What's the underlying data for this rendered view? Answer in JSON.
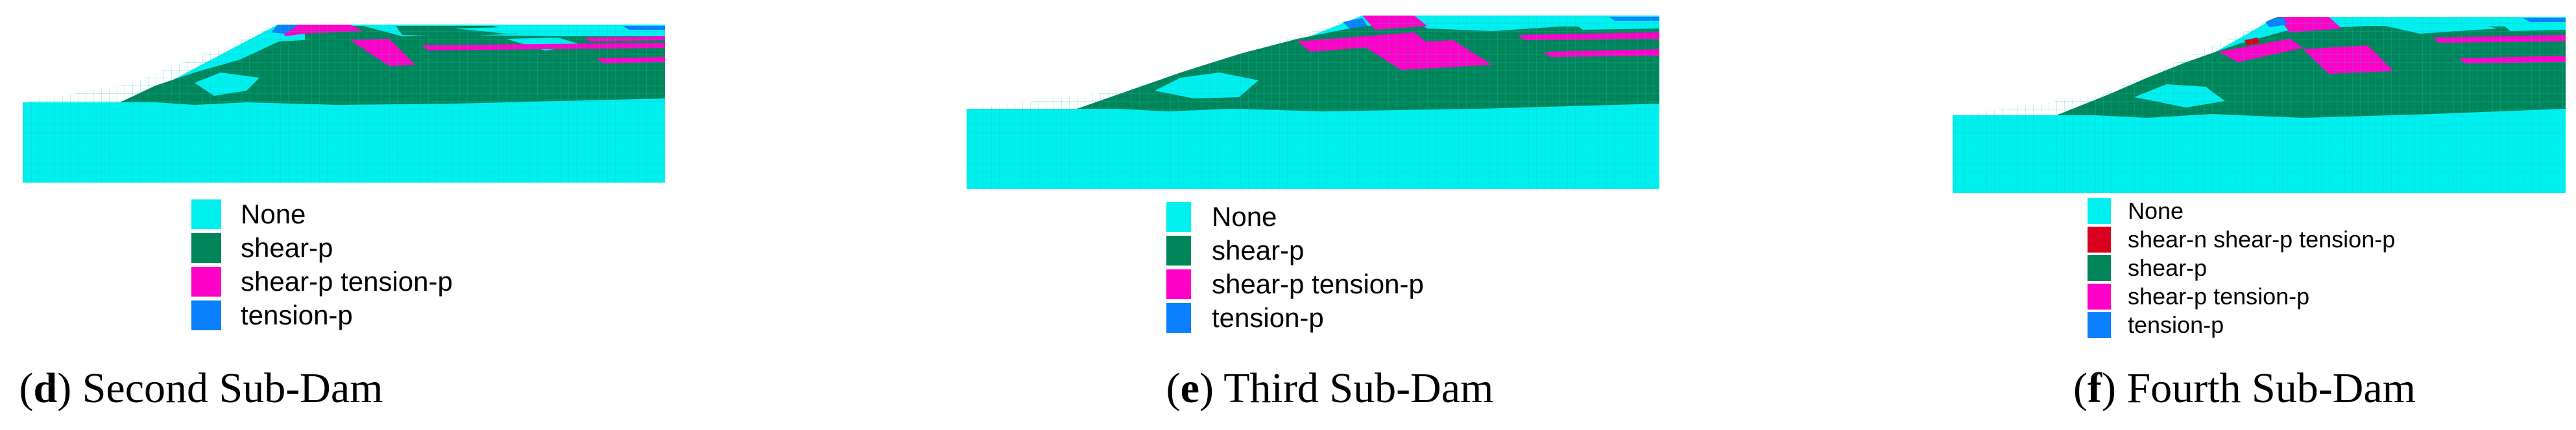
{
  "colors": {
    "none": "#00f0f0",
    "shear_n_shear_p_tension_p": "#d8001c",
    "shear_p": "#00855a",
    "shear_p_tension_p": "#ff00c8",
    "tension_p": "#0a80ff",
    "grid": "#10c0c0"
  },
  "panels": [
    {
      "id": "d",
      "caption": {
        "open": "(",
        "letter": "d",
        "close": ")",
        "title": "Second Sub-Dam"
      },
      "legend": [
        {
          "label": "None",
          "color_key": "none"
        },
        {
          "label": "shear-p",
          "color_key": "shear_p"
        },
        {
          "label": "shear-p tension-p",
          "color_key": "shear_p_tension_p"
        },
        {
          "label": "tension-p",
          "color_key": "tension_p"
        }
      ]
    },
    {
      "id": "e",
      "caption": {
        "open": "(",
        "letter": "e",
        "close": ")",
        "title": "Third Sub-Dam"
      },
      "legend": [
        {
          "label": "None",
          "color_key": "none"
        },
        {
          "label": "shear-p",
          "color_key": "shear_p"
        },
        {
          "label": "shear-p tension-p",
          "color_key": "shear_p_tension_p"
        },
        {
          "label": "tension-p",
          "color_key": "tension_p"
        }
      ]
    },
    {
      "id": "f",
      "caption": {
        "open": "(",
        "letter": "f",
        "close": ")",
        "title": "Fourth Sub-Dam"
      },
      "legend": [
        {
          "label": "None",
          "color_key": "none"
        },
        {
          "label": "shear-n shear-p tension-p",
          "color_key": "shear_n_shear_p_tension_p"
        },
        {
          "label": "shear-p",
          "color_key": "shear_p"
        },
        {
          "label": "shear-p tension-p",
          "color_key": "shear_p_tension_p"
        },
        {
          "label": "tension-p",
          "color_key": "tension_p"
        }
      ]
    }
  ]
}
